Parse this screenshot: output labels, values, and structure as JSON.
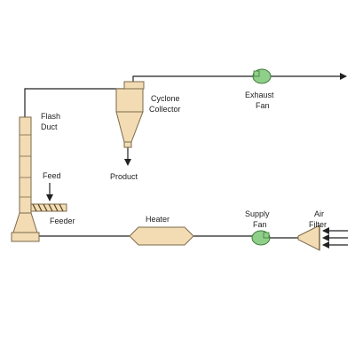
{
  "labels": {
    "flash_duct_line1": "Flash",
    "flash_duct_line2": "Duct",
    "cyclone_line1": "Cyclone",
    "cyclone_line2": "Collector",
    "exhaust_fan_line1": "Exhaust",
    "exhaust_fan_line2": "Fan",
    "product": "Product",
    "feed": "Feed",
    "feeder": "Feeder",
    "heater": "Heater",
    "supply_fan_line1": "Supply",
    "supply_fan_line2": "Fan",
    "air_filter_line1": "Air",
    "air_filter_line2": "Filter"
  },
  "colors": {
    "equipment_fill": "#f3dcb4",
    "equipment_stroke": "#7a6a4a",
    "fan_fill": "#8fcf8a",
    "fan_stroke": "#3e7a3a",
    "pipe": "#222222"
  }
}
